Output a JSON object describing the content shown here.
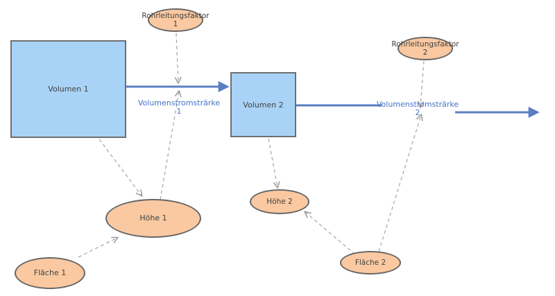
{
  "diagram": {
    "type": "stock-and-flow",
    "background": "#FFFFFF",
    "colors": {
      "stock_fill": "#A9D3F6",
      "stock_border": "#6E6E6E",
      "variable_fill": "#FAC9A1",
      "variable_border": "#666666",
      "flow": "#5B7EC2",
      "flow_label": "#4472C4",
      "link": "#ABABAB",
      "node_text": "#404040"
    },
    "stocks": [
      {
        "label": "Volumen 1"
      },
      {
        "label": "Volumen 2"
      }
    ],
    "variables": [
      {
        "label": "Rohrleitungsfaktor",
        "sub": "1"
      },
      {
        "label": "Rohrleitungsfaktor",
        "sub": "2"
      },
      {
        "label": "Höhe 1"
      },
      {
        "label": "Fläche 1"
      },
      {
        "label": "Höhe 2"
      },
      {
        "label": "Fläche 2"
      }
    ],
    "flows": [
      {
        "label": "Volumenstromsträrke",
        "sub": "1",
        "from": "Volumen 1",
        "to": "Volumen 2"
      },
      {
        "label": "Volumenstromsträrke",
        "sub": "2",
        "from": "Volumen 2",
        "to": ""
      }
    ],
    "links": [
      {
        "from": "Rohrleitungsfaktor 1",
        "to": "Volumenstromsträrke 1"
      },
      {
        "from": "Höhe 1",
        "to": "Volumenstromsträrke 1"
      },
      {
        "from": "Volumen 1",
        "to": "Höhe 1"
      },
      {
        "from": "Fläche 1",
        "to": "Höhe 1"
      },
      {
        "from": "Volumen 2",
        "to": "Höhe 2"
      },
      {
        "from": "Fläche 2",
        "to": "Höhe 2"
      },
      {
        "from": "Fläche 2",
        "to": "Volumenstromsträrke 2"
      },
      {
        "from": "Rohrleitungsfaktor 2",
        "to": "Volumenstromsträrke 2"
      }
    ]
  }
}
